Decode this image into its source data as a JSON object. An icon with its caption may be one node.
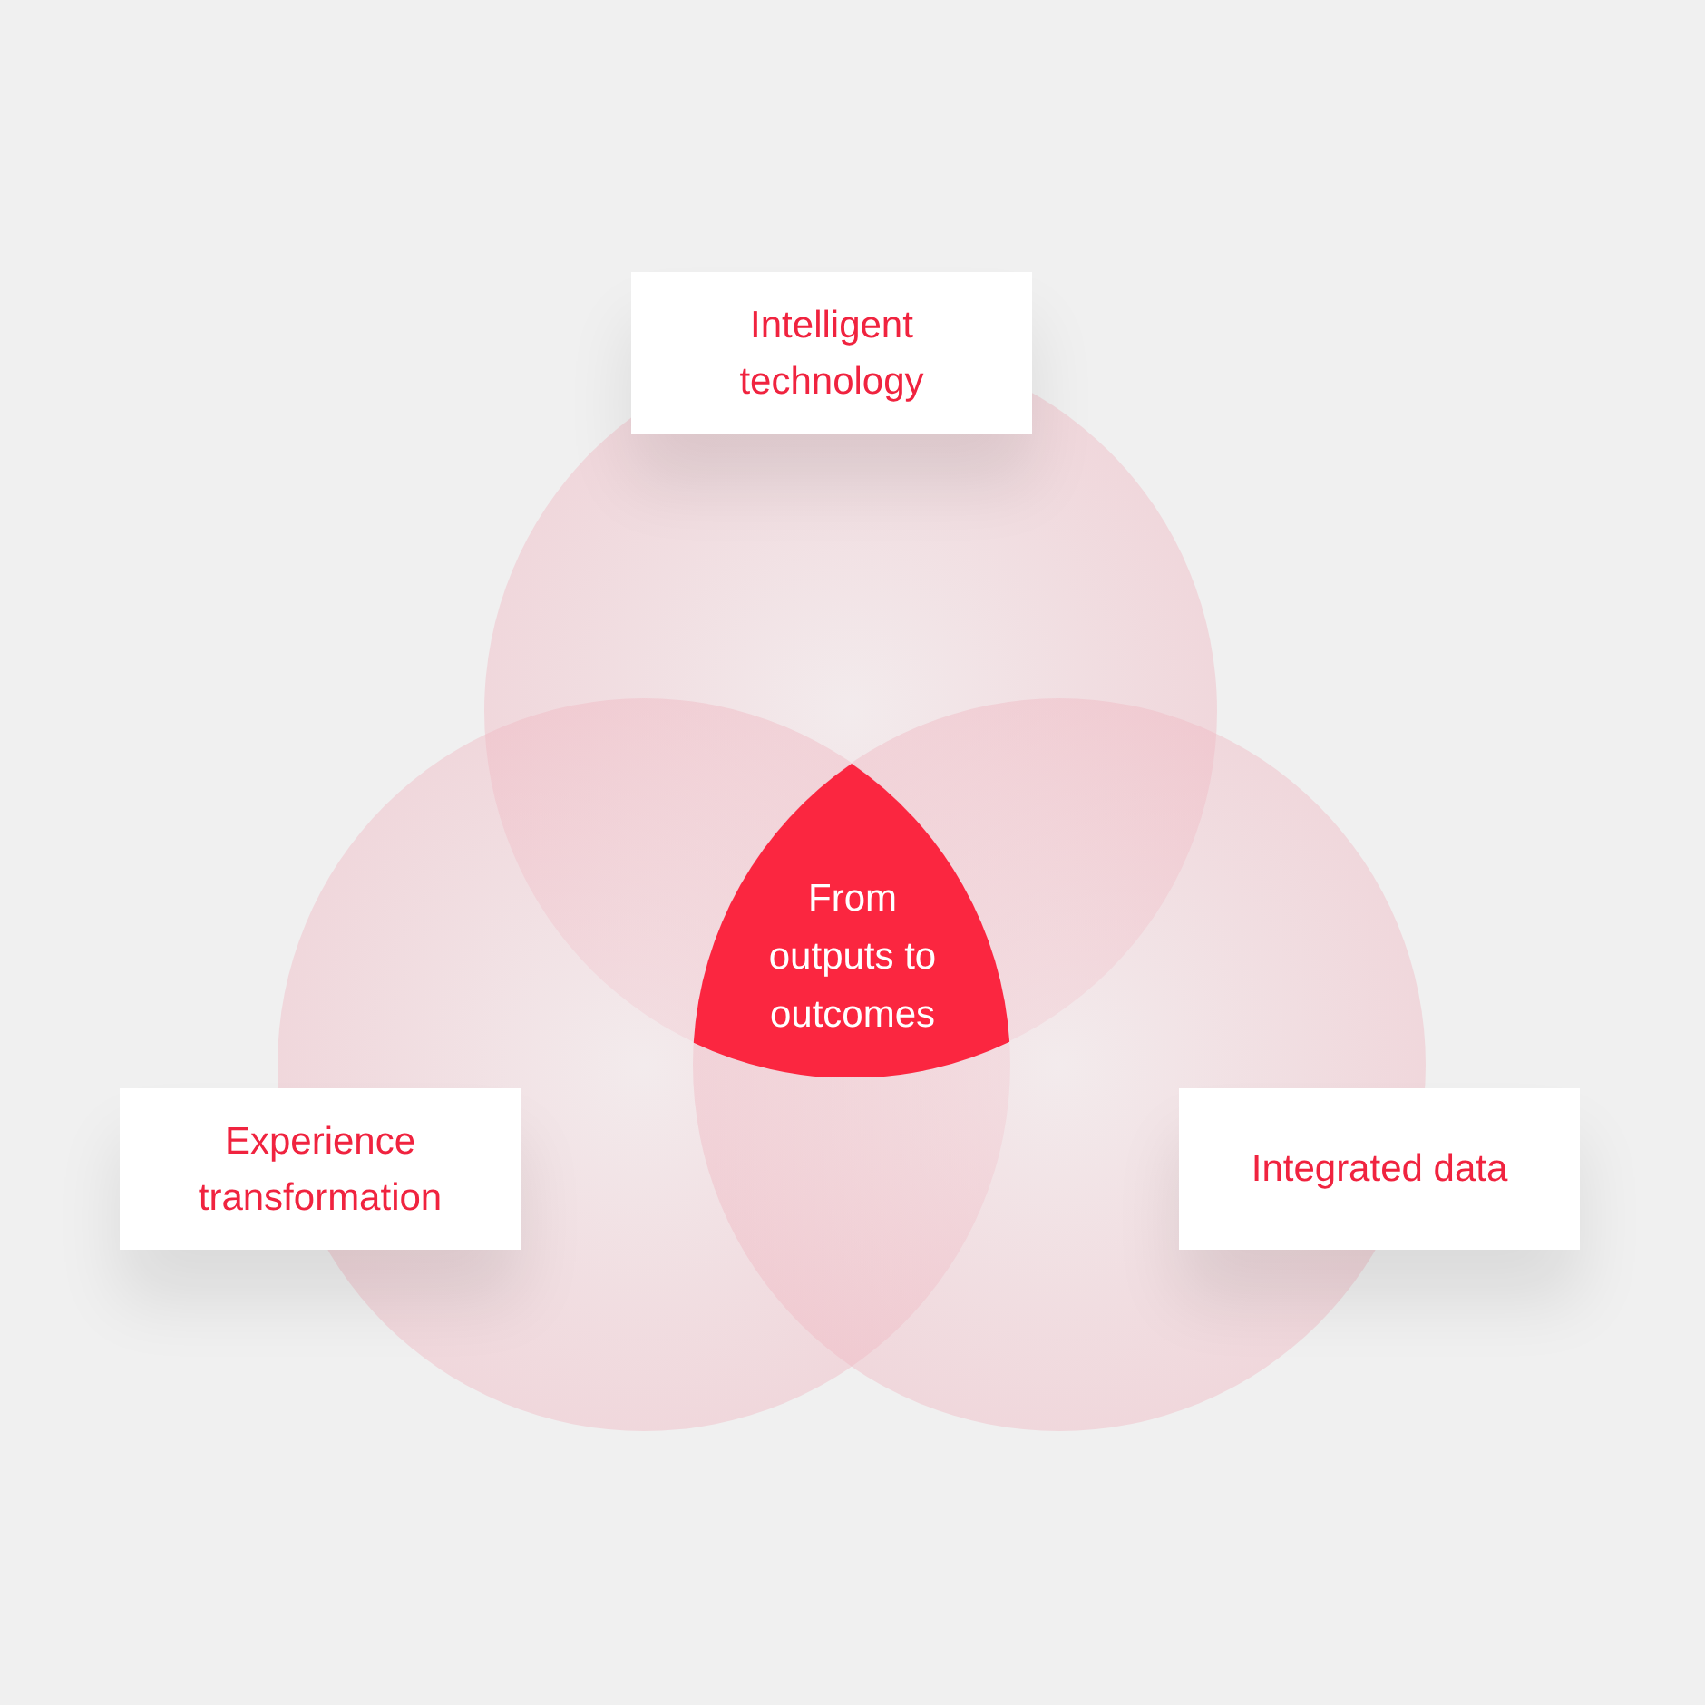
{
  "diagram": {
    "nodes": [
      {
        "text": [
          "Intelligent technology"
        ]
      },
      {
        "text": [
          "Experience transformation"
        ]
      },
      {
        "text": [
          "Integrated data"
        ]
      },
      {
        "text": [
          "From outputs to outcomes"
        ]
      }
    ]
  }
}
